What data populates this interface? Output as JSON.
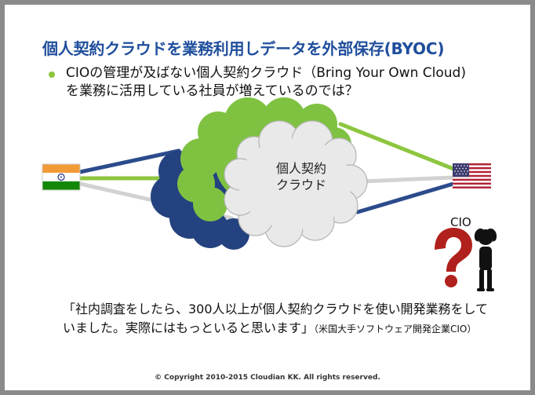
{
  "slide": {
    "title": "個人契約クラウドを業務利用しデータを外部保存(BYOC)",
    "bullet": {
      "line1": "CIOの管理が及ばない個人契約クラウド（Bring Your Own Cloud)",
      "line2": "を業務に活用している社員が増えているのでは？"
    },
    "diagram": {
      "cloud_label_line1": "個人契約",
      "cloud_label_line2": "クラウド",
      "cio_label": "CIO",
      "left_flag": "india-flag-icon",
      "right_flag": "usa-flag-icon",
      "person_icon": "worried-person-icon",
      "question_icon": "question-mark-icon"
    },
    "quote": {
      "line1": "「社内調査をしたら、300人以上が個人契約クラウドを使い開発業務をして",
      "line2_main": "いました。実際にはもっといると思います」",
      "line2_source": "（米国大手ソフトウェア開発企業CIO）"
    },
    "footer": "© Copyright 2010-2015 Cloudian KK.  All rights reserved."
  },
  "colors": {
    "background": "#8a8a8a",
    "title": "#1f4e9c",
    "bullet": "#8dc63f",
    "line_blue": "#2c4b8c",
    "line_green": "#8dc63f",
    "line_gray": "#d2d2d2",
    "cloud_green": "#7fc242",
    "cloud_blue": "#24427f",
    "cloud_gray": "#e9e9e9",
    "question_red": "#b0211d"
  }
}
